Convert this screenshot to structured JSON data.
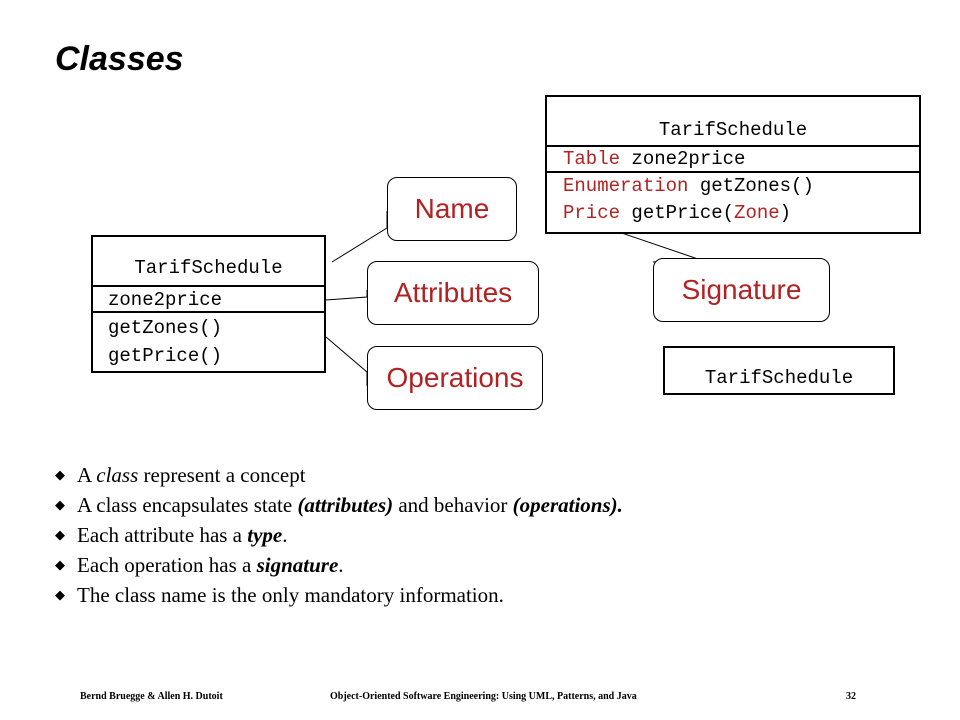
{
  "title": "Classes",
  "full_class": {
    "name": "TarifSchedule",
    "attribute_type": "Table",
    "attribute_name": "zone2price",
    "op1_type": "Enumeration",
    "op1_name": "getZones()",
    "op2_type": "Price",
    "op2_name_prefix": "getPrice(",
    "op2_param": "Zone",
    "op2_suffix": ")"
  },
  "simple_class": {
    "name": "TarifSchedule",
    "attribute": "zone2price",
    "op1": "getZones()",
    "op2": "getPrice()"
  },
  "name_only_class": {
    "name": "TarifSchedule"
  },
  "callouts": {
    "name": "Name",
    "attributes": "Attributes",
    "operations": "Operations",
    "signature": "Signature"
  },
  "bullets": {
    "b1": {
      "pre": "A ",
      "em": "class",
      "post": " represent a concept"
    },
    "b2": {
      "pre": "A class encapsulates state ",
      "em1": "(attributes)",
      "mid": " and behavior ",
      "em2": "(operations)."
    },
    "b3": {
      "pre": "Each attribute has a ",
      "em": "type",
      "post": "."
    },
    "b4": {
      "pre": "Each operation has a ",
      "em": "signature",
      "post": "."
    },
    "b5": {
      "text": "The class name is the only mandatory information."
    }
  },
  "footer": {
    "authors": "Bernd Bruegge & Allen H. Dutoit",
    "book": "Object-Oriented Software Engineering: Using UML, Patterns, and Java",
    "page": "32"
  },
  "colors": {
    "keyword": "#b22222",
    "callout_text": "#b22222"
  }
}
